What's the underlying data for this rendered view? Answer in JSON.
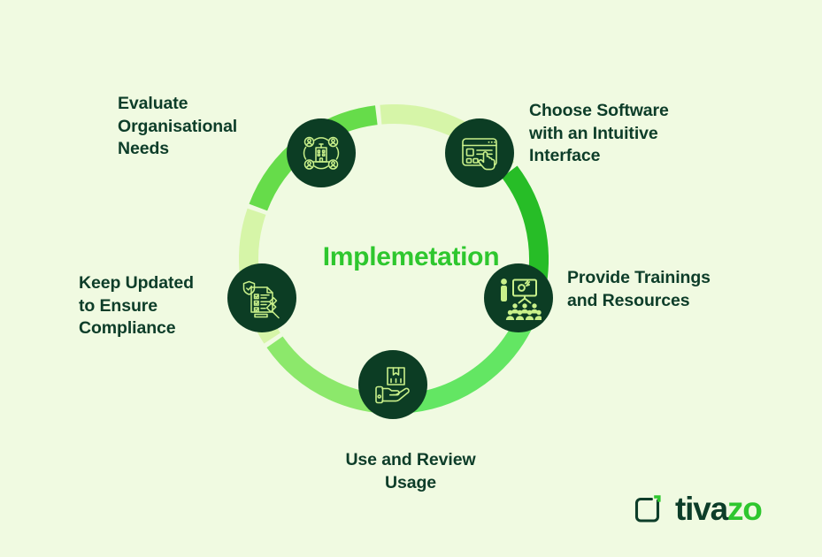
{
  "background_color": "#f0fae1",
  "center": {
    "title": "Implemetation",
    "color": "#2ec72e"
  },
  "ring": {
    "segments": [
      {
        "name": "segment-top-left",
        "color": "#d6f5a8",
        "start_deg": -96,
        "end_deg": -38
      },
      {
        "name": "segment-top-right",
        "color": "#27bd27",
        "start_deg": -38,
        "end_deg": 24
      },
      {
        "name": "segment-right",
        "color": "#63e663",
        "start_deg": 24,
        "end_deg": 84
      },
      {
        "name": "segment-bottom-right",
        "color": "#8ce86b",
        "start_deg": 84,
        "end_deg": 146
      },
      {
        "name": "segment-bottom-left",
        "color": "#d6f5a8",
        "start_deg": 146,
        "end_deg": 200
      },
      {
        "name": "segment-left",
        "color": "#66dc4a",
        "start_deg": 200,
        "end_deg": 264
      }
    ]
  },
  "nodes": [
    {
      "id": "evaluate-needs",
      "icon": "organisation-people-icon",
      "label": "Evaluate\nOrganisational\nNeeds",
      "label_lines": [
        "Evaluate",
        "Organisational",
        "Needs"
      ]
    },
    {
      "id": "choose-software",
      "icon": "browser-cursor-icon",
      "label": "Choose Software with an Intuitive Interface",
      "label_lines": [
        "Choose Software",
        "with an Intuitive",
        "Interface"
      ]
    },
    {
      "id": "provide-trainings",
      "icon": "training-presentation-icon",
      "label": "Provide Trainings and Resources",
      "label_lines": [
        "Provide Trainings",
        "and Resources"
      ]
    },
    {
      "id": "use-and-review",
      "icon": "hand-holding-box-icon",
      "label": "Use and Review Usage",
      "label_lines": [
        "Use and Review",
        "Usage"
      ]
    },
    {
      "id": "keep-updated",
      "icon": "compliance-checklist-gavel-icon",
      "label": "Keep Updated to Ensure Compliance",
      "label_lines": [
        "Keep Updated",
        "to Ensure",
        "Compliance"
      ]
    }
  ],
  "labels": {
    "evaluate_line1": "Evaluate",
    "evaluate_line2": "Organisational",
    "evaluate_line3": "Needs",
    "choose_line1": "Choose Software",
    "choose_line2": "with an Intuitive",
    "choose_line3": "Interface",
    "training_line1": "Provide Trainings",
    "training_line2": "and Resources",
    "compliance_line1": "Keep Updated",
    "compliance_line2": "to Ensure",
    "compliance_line3": "Compliance",
    "usage_line1": "Use and Review",
    "usage_line2": "Usage"
  },
  "logo": {
    "mark": "tivazo-bracket-icon",
    "text_dark": "tiva",
    "text_accent": "zo",
    "dark_color": "#0d3d29",
    "accent_color": "#2ec72e"
  },
  "colors": {
    "node_fill": "#0c3d24",
    "icon_stroke": "#c9f08a",
    "label_text": "#0d3d29"
  }
}
